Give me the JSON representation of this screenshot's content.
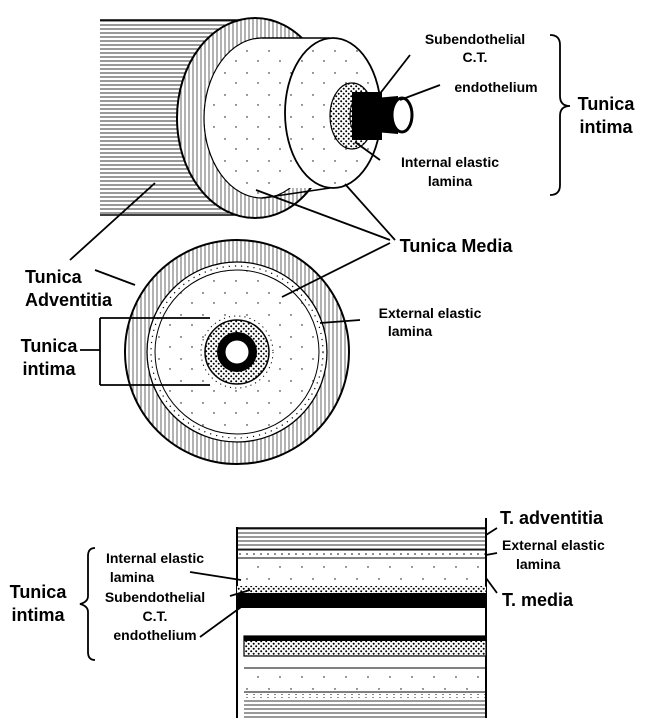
{
  "top_figure": {
    "subendothelial_line1": "Subendothelial",
    "subendothelial_line2": "C.T.",
    "endothelium": "endothelium",
    "internal_elastic_line1": "Internal elastic",
    "internal_elastic_line2": "lamina",
    "tunica_intima_line1": "Tunica",
    "tunica_intima_line2": "intima",
    "tunica_media": "Tunica Media",
    "tunica_adventitia_line1": "Tunica",
    "tunica_adventitia_line2": "Adventitia"
  },
  "middle_figure": {
    "external_elastic_line1": "External elastic",
    "external_elastic_line2": "lamina",
    "tunica_intima_line1": "Tunica",
    "tunica_intima_line2": "intima"
  },
  "bottom_figure": {
    "t_adventitia": "T. adventitia",
    "external_elastic_line1": "External elastic",
    "external_elastic_line2": "lamina",
    "t_media": "T. media",
    "internal_elastic_line1": "Internal elastic",
    "internal_elastic_line2": "lamina",
    "subendothelial_line1": "Subendothelial",
    "subendothelial_line2": "C.T.",
    "endothelium": "endothelium",
    "tunica_intima_line1": "Tunica",
    "tunica_intima_line2": "intima"
  }
}
